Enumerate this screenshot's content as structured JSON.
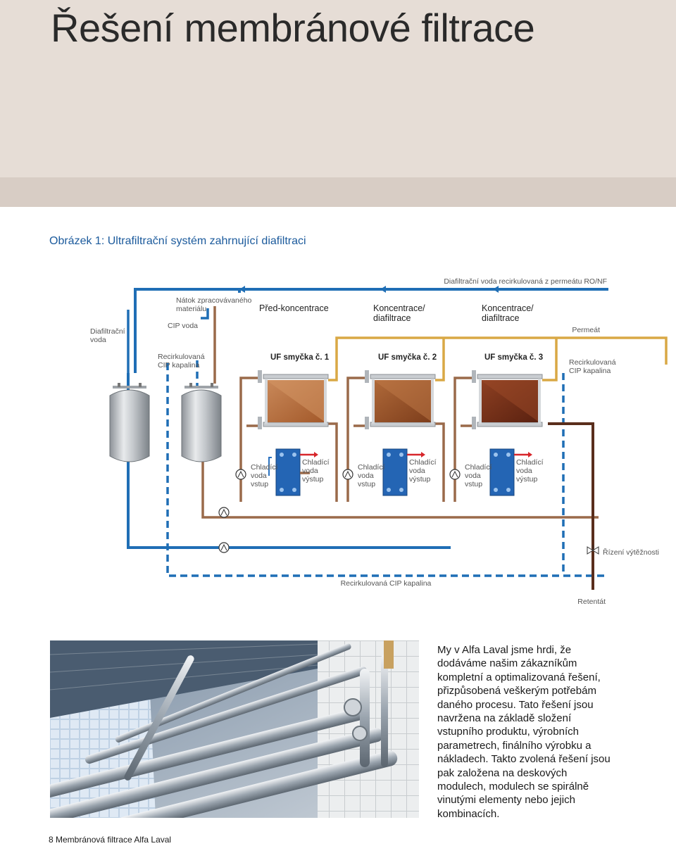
{
  "page": {
    "title": "Řešení membránové filtrace",
    "figure_caption": "Obrázek 1: Ultrafiltrační systém zahrnující diafiltraci",
    "footer": "8 Membránová filtrace Alfa Laval"
  },
  "diagram": {
    "labels": {
      "diafiltration_water_recirc": "Diafiltrační voda recirkulovaná z permeátu RO/NF",
      "feed_line1": "Nátok zpracovávaného",
      "feed_line2": "materiálu",
      "cip_water": "CIP voda",
      "diafiltration_water_line1": "Diafiltrační",
      "diafiltration_water_line2": "voda",
      "recirc_cip_left_line1": "Recirkulovaná",
      "recirc_cip_left_line2": "CIP kapalina",
      "pre_concentration": "Před-koncentrace",
      "conc_diaf_1_line1": "Koncentrace/",
      "conc_diaf_1_line2": "diafiltrace",
      "conc_diaf_2_line1": "Koncentrace/",
      "conc_diaf_2_line2": "diafiltrace",
      "permeate": "Permeát",
      "recirc_cip_right_line1": "Recirkulovaná",
      "recirc_cip_right_line2": "CIP kapalina",
      "loop1": "UF smyčka č. 1",
      "loop2": "UF smyčka č. 2",
      "loop3": "UF smyčka č. 3",
      "cooling_in_line1": "Chladící",
      "cooling_in_line2": "voda",
      "cooling_in_line3": "vstup",
      "cooling_out_line1": "Chladící",
      "cooling_out_line2": "voda",
      "cooling_out_line3": "výstup",
      "yield_control": "Řízení výtěžnosti",
      "recirc_cip_bottom": "Recirkulovaná CIP kapalina",
      "retentate": "Retentát"
    },
    "colors": {
      "blue_line": "#1f6eb5",
      "brown_line": "#9a6a4a",
      "dark_brown_line": "#5a2e1c",
      "yellow_line": "#d9a845",
      "module_1": "#b46b3c",
      "module_2": "#8e4a24",
      "module_3": "#6a2b14",
      "heat_exchanger": "#2465b4",
      "outlet_arrow": "#d7262b"
    }
  },
  "body": {
    "paragraph": "My v Alfa Laval jsme hrdi, že dodáváme našim zákazníkům kompletní a optimalizovaná řešení, přizpůsobená veškerým potřebám daného procesu. Tato řešení jsou navržena na základě složení vstupního produktu, výrobních parametrech, finálního výrobku a nákladech. Takto zvolená řešení jsou pak založena na deskových modulech, modulech se spirálně vinutými elementy nebo jejich kombinacích."
  }
}
